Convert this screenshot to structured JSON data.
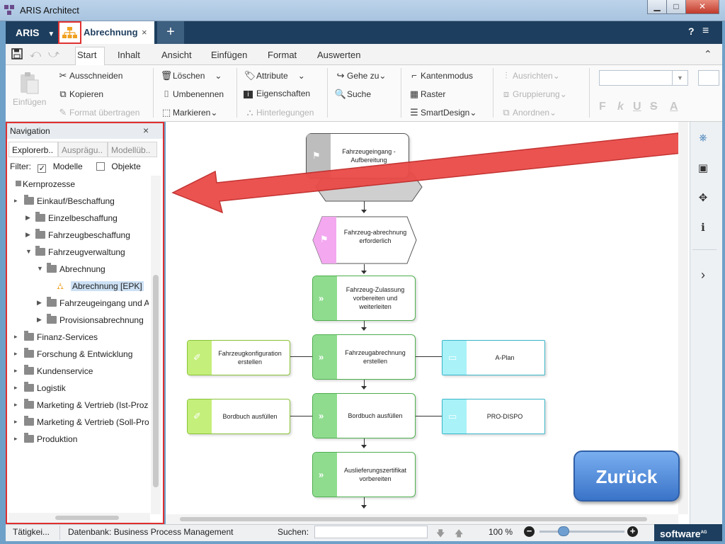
{
  "window": {
    "title": "ARIS Architect",
    "minimize": "▁",
    "maximize": "□",
    "close": "✕"
  },
  "tabs": {
    "aris": "ARIS",
    "document": "Abrechnung",
    "close": "×",
    "add": "+",
    "help": "?",
    "menu": "≡"
  },
  "ribbon_tabs": [
    "Start",
    "Inhalt",
    "Ansicht",
    "Einfügen",
    "Format",
    "Auswerten"
  ],
  "ribbon": {
    "paste": "Einfügen",
    "cut": "Ausschneiden",
    "copy": "Kopieren",
    "format_painter": "Format übertragen",
    "delete": "Löschen",
    "rename": "Umbenennen",
    "mark": "Markieren",
    "attributes": "Attribute",
    "properties": "Eigenschaften",
    "deposits": "Hinterlegungen",
    "goto": "Gehe zu",
    "search": "Suche",
    "edge_mode": "Kantenmodus",
    "grid": "Raster",
    "smartdesign": "SmartDesign",
    "align": "Ausrichten",
    "group": "Gruppierung",
    "arrange": "Anordnen",
    "format_letters": [
      "F",
      "k",
      "U",
      "S",
      "A"
    ]
  },
  "navigation": {
    "title": "Navigation",
    "close": "×",
    "tabs": [
      "Explorerb..",
      "Ausprägu..",
      "Modellüb.."
    ],
    "filter_label": "Filter:",
    "filter_models": "Modelle",
    "filter_objects": "Objekte",
    "filter_models_checked": true,
    "filter_objects_checked": false,
    "tree": [
      {
        "label": "Kernprozesse",
        "level": 0,
        "arrow": "",
        "icon": "group-square"
      },
      {
        "label": "Einkauf/Beschaffung",
        "level": 0,
        "arrow": "▸",
        "icon": "folder"
      },
      {
        "label": "Einzelbeschaffung",
        "level": 1,
        "arrow": "▶",
        "icon": "folder"
      },
      {
        "label": "Fahrzeugbeschaffung",
        "level": 1,
        "arrow": "▶",
        "icon": "folder"
      },
      {
        "label": "Fahrzeugverwaltung",
        "level": 1,
        "arrow": "▼",
        "icon": "folder"
      },
      {
        "label": "Abrechnung",
        "level": 2,
        "arrow": "▼",
        "icon": "folder"
      },
      {
        "label": "Abrechnung [EPK]",
        "level": 3,
        "arrow": "",
        "icon": "epc-model",
        "selected": true
      },
      {
        "label": "Fahrzeugeingang und Aufl",
        "level": 2,
        "arrow": "▶",
        "icon": "folder"
      },
      {
        "label": "Provisionsabrechnung",
        "level": 2,
        "arrow": "▶",
        "icon": "folder"
      },
      {
        "label": "Finanz-Services",
        "level": 0,
        "arrow": "▸",
        "icon": "folder"
      },
      {
        "label": "Forschung & Entwicklung",
        "level": 0,
        "arrow": "▸",
        "icon": "folder"
      },
      {
        "label": "Kundenservice",
        "level": 0,
        "arrow": "▸",
        "icon": "folder"
      },
      {
        "label": "Logistik",
        "level": 0,
        "arrow": "▸",
        "icon": "folder"
      },
      {
        "label": "Marketing & Vertrieb (Ist-Prozes",
        "level": 0,
        "arrow": "▸",
        "icon": "folder"
      },
      {
        "label": "Marketing & Vertrieb (Soll-Proze",
        "level": 0,
        "arrow": "▸",
        "icon": "folder"
      },
      {
        "label": "Produktion",
        "level": 0,
        "arrow": "▸",
        "icon": "folder"
      }
    ]
  },
  "diagram": {
    "event_top": "Fahrzeugeingang - Aufbereitung",
    "event_required": "Fahrzeug-abrechnung erforderlich",
    "fn_registration": "Fahrzeug-Zulassung vorbereiten und weiterleiten",
    "fn_billing": "Fahrzeugabrechnung erstellen",
    "doc_config": "Fahrzeugkonfiguration erstellen",
    "sys_aplan": "A-Plan",
    "fn_logbook": "Bordbuch ausfüllen",
    "doc_logbook": "Bordbuch ausfüllen",
    "sys_prodispo": "PRO-DISPO",
    "fn_certificate": "Auslieferungszertifikat vorbereiten"
  },
  "back_button": "Zurück",
  "statusbar": {
    "activity": "Tätigkei...",
    "database": "Datenbank: Business Process Management",
    "search_label": "Suchen:",
    "zoom": "100 %",
    "zoom_out": "−",
    "zoom_in": "+",
    "logo": "software"
  },
  "colors": {
    "accent_dark": "#1d3e5e",
    "highlight_red": "#e03030",
    "function_green": "#8fdc8f",
    "event_pink": "#f3a8f0",
    "system_cyan": "#a8f2f8"
  }
}
